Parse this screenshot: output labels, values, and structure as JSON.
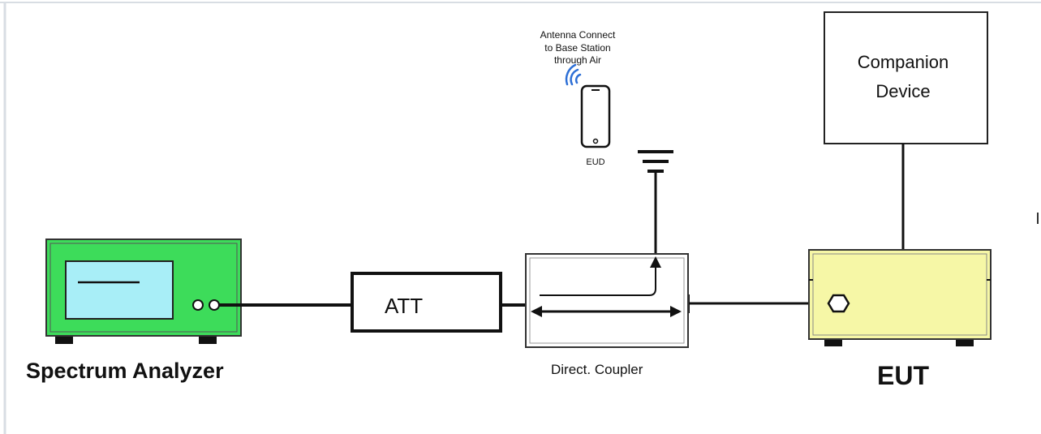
{
  "diagram": {
    "antenna_note": {
      "line1": "Antenna Connect",
      "line2": "to Base Station",
      "line3": "through Air"
    },
    "eud_label": "EUD",
    "companion": {
      "line1": "Companion",
      "line2": "Device"
    },
    "att_label": "ATT",
    "spectrum_analyzer_label": "Spectrum Analyzer",
    "coupler_label": "Direct. Coupler",
    "eut_label": "EUT"
  },
  "colors": {
    "analyzer_green": "#3ddc5a",
    "screen_cyan": "#a8eef7",
    "eut_yellow": "#f6f7a6",
    "wifi_blue": "#2d6fd6"
  }
}
